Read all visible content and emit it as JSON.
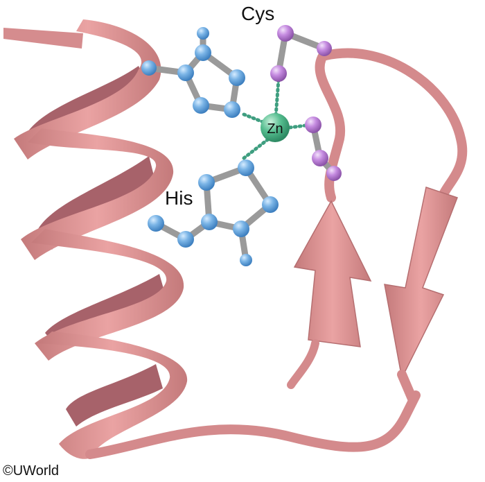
{
  "labels": {
    "cys": "Cys",
    "his": "His",
    "zn": "Zn",
    "copyright": "©UWorld"
  },
  "colors": {
    "ribbon": "#e3999a",
    "ribbon_dark": "#b86e70",
    "his_atom": "#6ea8dc",
    "cys_atom": "#c58be0",
    "zn_atom": "#4fb98a",
    "bond": "#9a9a9a",
    "coordination": "#3f9e80"
  }
}
